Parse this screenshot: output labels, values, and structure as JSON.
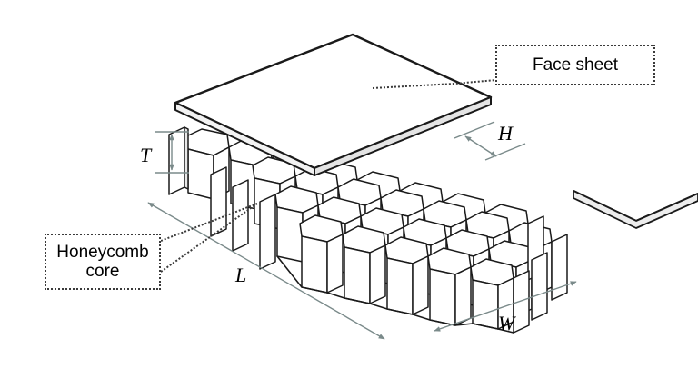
{
  "figure": {
    "type": "technical-line-diagram",
    "subject": "honeycomb sandwich panel",
    "background_color": "#ffffff",
    "line_color": "#1a1a1a",
    "dimension_line_color": "#7a8a8a",
    "callout_border_color": "#3a3a3a"
  },
  "callouts": {
    "face_sheet": {
      "label": "Face sheet"
    },
    "honeycomb_core": {
      "label": "Honeycomb\ncore"
    }
  },
  "dimensions": {
    "thickness": {
      "symbol": "T",
      "description": "core thickness, vertical dimension at left"
    },
    "cell_height": {
      "symbol": "H",
      "description": "cell wall segment, short diagonal dimension at upper right"
    },
    "length": {
      "symbol": "L",
      "description": "panel length, long diagonal dimension at lower left"
    },
    "width": {
      "symbol": "W",
      "description": "panel width, diagonal dimension at lower right"
    }
  },
  "parts": {
    "top_face_sheet": "upper thin plate",
    "core": "hexagonal cell honeycomb core",
    "bottom_face_sheet": "partial lower plate at right edge"
  }
}
